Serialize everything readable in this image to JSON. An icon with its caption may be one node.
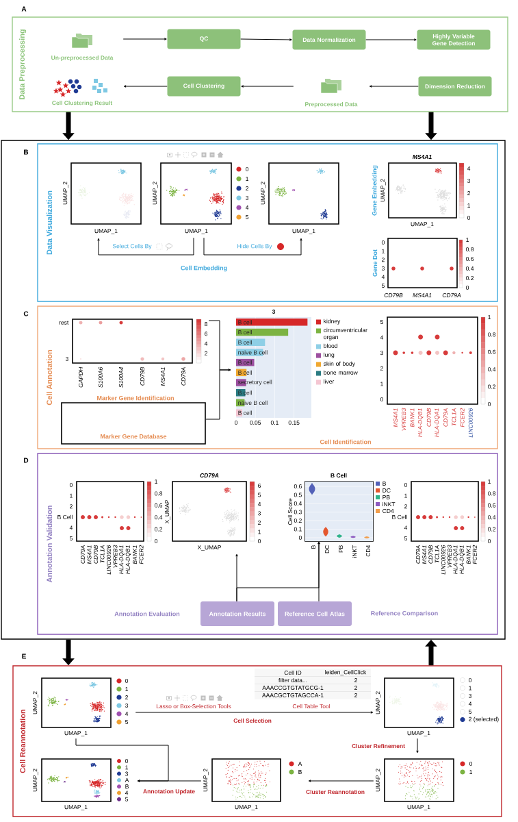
{
  "diagram": {
    "nodes": [
      {
        "text": [
          "Data Preprocessing"
        ]
      },
      {
        "text": [
          "Un-preprocessed Data"
        ],
        "in": 0
      },
      {
        "text": [
          "QC"
        ],
        "in": 0
      },
      {
        "text": [
          "Data Normalization"
        ],
        "in": 0
      },
      {
        "text": [
          "Highly Variable Gene Detection"
        ],
        "in": 0
      },
      {
        "text": [
          "Cell Clustering Result"
        ],
        "in": 0
      },
      {
        "text": [
          "Cell Clustering"
        ],
        "in": 0
      },
      {
        "text": [
          "Preprocessed Data"
        ],
        "in": 0
      },
      {
        "text": [
          "Dimension Reduction"
        ],
        "in": 0
      },
      {
        "text": [],
        "shape": "box"
      },
      {
        "text": [
          "Data Visualization"
        ],
        "in": 9
      },
      {
        "text": [],
        "shape": "plot",
        "in": 10
      },
      {
        "text": [],
        "shape": "plot",
        "in": 10
      },
      {
        "text": [],
        "shape": "plot",
        "in": 10
      },
      {
        "text": [
          "MS4A1"
        ],
        "in": 10
      },
      {
        "text": [],
        "shape": "plot",
        "in": 10
      },
      {
        "text": [
          "Cell Annotation"
        ],
        "in": 9
      },
      {
        "text": [],
        "shape": "plot",
        "in": 16
      },
      {
        "text": [
          "Marker Gene Database"
        ],
        "in": 16
      },
      {
        "text": [],
        "shape": "chart",
        "in": 16
      },
      {
        "text": [],
        "shape": "plot",
        "in": 16
      },
      {
        "text": [
          "Annotation Validation"
        ],
        "in": 9
      },
      {
        "text": [],
        "shape": "plot",
        "in": 21
      },
      {
        "text": [
          "CD79A"
        ],
        "in": 21
      },
      {
        "text": [
          "B Cell"
        ],
        "in": 21
      },
      {
        "text": [],
        "shape": "plot",
        "in": 21
      },
      {
        "text": [
          "Annotation Results"
        ],
        "in": 21
      },
      {
        "text": [
          "Reference Cell Atlas"
        ],
        "in": 21
      },
      {
        "text": [
          "Cell Reannotation"
        ]
      },
      {
        "text": [],
        "shape": "plot",
        "in": 28
      },
      {
        "text": [],
        "shape": "plot",
        "in": 28
      },
      {
        "text": [],
        "shape": "plot",
        "in": 28
      },
      {
        "text": [],
        "shape": "plot",
        "in": 28
      },
      {
        "text": [],
        "shape": "plot",
        "in": 28
      }
    ],
    "edges": [
      {
        "from": 1,
        "to": 2,
        "arrow": "to"
      },
      {
        "from": 2,
        "to": 3,
        "arrow": "to"
      },
      {
        "from": 3,
        "to": 4,
        "arrow": "to"
      },
      {
        "from": 8,
        "to": 7,
        "arrow": "to"
      },
      {
        "from": 7,
        "to": 6,
        "arrow": "to"
      },
      {
        "from": 6,
        "to": 5,
        "arrow": "to"
      },
      {
        "from": 0,
        "to": 9,
        "arrow": "to",
        "style": "thick"
      },
      {
        "from": 0,
        "to": 9,
        "arrow": "to",
        "style": "thick"
      },
      {
        "from": 12,
        "to": 11,
        "arrow": "to",
        "label": "Select Cells By"
      },
      {
        "from": 12,
        "to": 13,
        "arrow": "to",
        "label": "Hide Cells By"
      },
      {
        "from": 17,
        "to": 19,
        "arrow": "to"
      },
      {
        "from": 18,
        "to": 19,
        "arrow": "to"
      },
      {
        "from": 26,
        "to": 23,
        "arrow": "to"
      },
      {
        "from": 26,
        "to": 24,
        "arrow": "to"
      },
      {
        "from": 27,
        "to": 24,
        "arrow": "to"
      },
      {
        "from": 9,
        "to": 28,
        "arrow": "to",
        "style": "thick"
      },
      {
        "from": 28,
        "to": 9,
        "arrow": "to",
        "style": "thick"
      },
      {
        "from": 29,
        "to": 30,
        "arrow": "to",
        "label": "Cell Selection"
      },
      {
        "from": 30,
        "to": 33,
        "arrow": "to",
        "label": "Cluster Refinement"
      },
      {
        "from": 33,
        "to": 32,
        "arrow": "to",
        "label": "Cluster Reannotation"
      },
      {
        "from": 32,
        "to": 31,
        "arrow": "to",
        "label": "Annotation Update"
      },
      {
        "from": 29,
        "to": 31,
        "arrow": "to"
      }
    ],
    "labels": [
      "A",
      "B",
      "UMAP_2",
      "UMAP_1",
      "UMAP_2",
      "UMAP_1",
      "0",
      "1",
      "2",
      "3",
      "4",
      "5",
      "UMAP_2",
      "UMAP_1",
      "Cell Embedding",
      "Gene Embedding",
      "UMAP_2",
      "UMAP_1",
      "0",
      "1",
      "2",
      "3",
      "4",
      "Gene Dot",
      "0",
      "1",
      "2",
      "3",
      "4",
      "5",
      "CD79B",
      "MS4A1",
      "CD79A",
      "0",
      "0.2",
      "0.4",
      "0.6",
      "0.8",
      "1",
      "C",
      "rest",
      "3",
      "GAPDH",
      "S100A6",
      "S100A4",
      "CD79B",
      "MS4A1",
      "CD79A",
      "2",
      "4",
      "6",
      "8",
      "Marker Gene Identification",
      "0",
      "1",
      "2",
      "3",
      "4",
      "5",
      "MS4A1",
      "VPREB3",
      "BANK1",
      "HLA-DQB1",
      "CD79B",
      "HLA-DQA1",
      "CD79A",
      "TCL1A",
      "FCER2",
      "LINC00926",
      "0",
      "0.2",
      "0.4",
      "0.6",
      "0.8",
      "1",
      "Cell Identification",
      "D",
      "0",
      "1",
      "2",
      "B Cell",
      "4",
      "5",
      "CD79A",
      "MS4A1",
      "CD79B",
      "TCL1A",
      "LINC00926",
      "VPREB3",
      "HLA-DQA1",
      "HLA-DQB1",
      "BANK1",
      "FCER2",
      "0",
      "0.2",
      "0.4",
      "0.6",
      "0.8",
      "1",
      "X_UMAP",
      "X_UMAP",
      "0",
      "1",
      "2",
      "3",
      "4",
      "5",
      "6",
      "Cell Score",
      "0",
      "0.1",
      "0.2",
      "0.3",
      "0.4",
      "0.5",
      "0.6",
      "B",
      "DC",
      "PB",
      "iNKT",
      "CD4",
      "B",
      "DC",
      "PB",
      "iNKT",
      "CD4",
      "0",
      "1",
      "2",
      "B Cell",
      "4",
      "5",
      "CD79A",
      "MS4A1",
      "CD79B",
      "TCL1A",
      "LINC00926",
      "VPREB3",
      "HLA-DQA1",
      "HLA-DQB1",
      "BANK1",
      "FCER2",
      "0",
      "0.2",
      "0.4",
      "0.6",
      "0.8",
      "1",
      "Annotation Evaluation",
      "Reference Comparison",
      "E",
      "UMAP_2",
      "UMAP_1",
      "0",
      "1",
      "2",
      "3",
      "4",
      "5",
      "Lasso or Box-Selection Tools",
      "Cell Table Tool",
      "Cell ID",
      "leiden_CellClick",
      "filter data...",
      "2",
      "AAACCGTGTATGCG-1",
      "2",
      "AAACGCTGTAGCCA-1",
      "2",
      "UMAP_2",
      "UMAP_1",
      "0",
      "1",
      "3",
      "4",
      "5",
      "2 (selected)",
      "UMAP_2",
      "UMAP_1",
      "0",
      "1",
      "3",
      "A",
      "B",
      "4",
      "5",
      "UMAP_2",
      "UMAP_1",
      "A",
      "B",
      "UMAP_2",
      "UMAP_1",
      "0",
      "1"
    ],
    "chart_data": {
      "type": "bar",
      "orientation": "horizontal",
      "title": "3",
      "categories": [
        "B cell",
        "B cell",
        "B cell",
        "naive B cell",
        "B cell",
        "B cell",
        "secretory cell",
        "B cell",
        "naive B cell",
        "B cell"
      ],
      "xlim": [
        0,
        0.195
      ],
      "xticks": [
        0,
        0.05,
        0.1,
        0.15
      ],
      "grid": true,
      "legend": "right",
      "series": [
        {
          "name": "kidney",
          "color": "#d62728",
          "values": [
            0.185,
            null,
            null,
            null,
            null,
            null,
            null,
            null,
            null,
            null
          ]
        },
        {
          "name": "circumventricular organ",
          "color": "#7cb342",
          "values": [
            null,
            0.135,
            null,
            null,
            null,
            null,
            null,
            null,
            0.022,
            null
          ]
        },
        {
          "name": "blood",
          "color": "#8ecfe6",
          "values": [
            null,
            null,
            0.075,
            0.07,
            null,
            null,
            null,
            null,
            null,
            null
          ]
        },
        {
          "name": "lung",
          "color": "#9c4f9f",
          "values": [
            null,
            null,
            null,
            null,
            0.047,
            null,
            0.026,
            null,
            null,
            null
          ]
        },
        {
          "name": "skin of body",
          "color": "#f0a830",
          "values": [
            null,
            null,
            null,
            null,
            null,
            0.027,
            null,
            null,
            null,
            null
          ]
        },
        {
          "name": "bone marrow",
          "color": "#2a7b82",
          "values": [
            null,
            null,
            null,
            null,
            null,
            null,
            null,
            0.024,
            null,
            null
          ]
        },
        {
          "name": "liver",
          "color": "#f4c6d2",
          "values": [
            null,
            null,
            null,
            null,
            null,
            null,
            null,
            null,
            null,
            0.016
          ]
        }
      ]
    }
  }
}
